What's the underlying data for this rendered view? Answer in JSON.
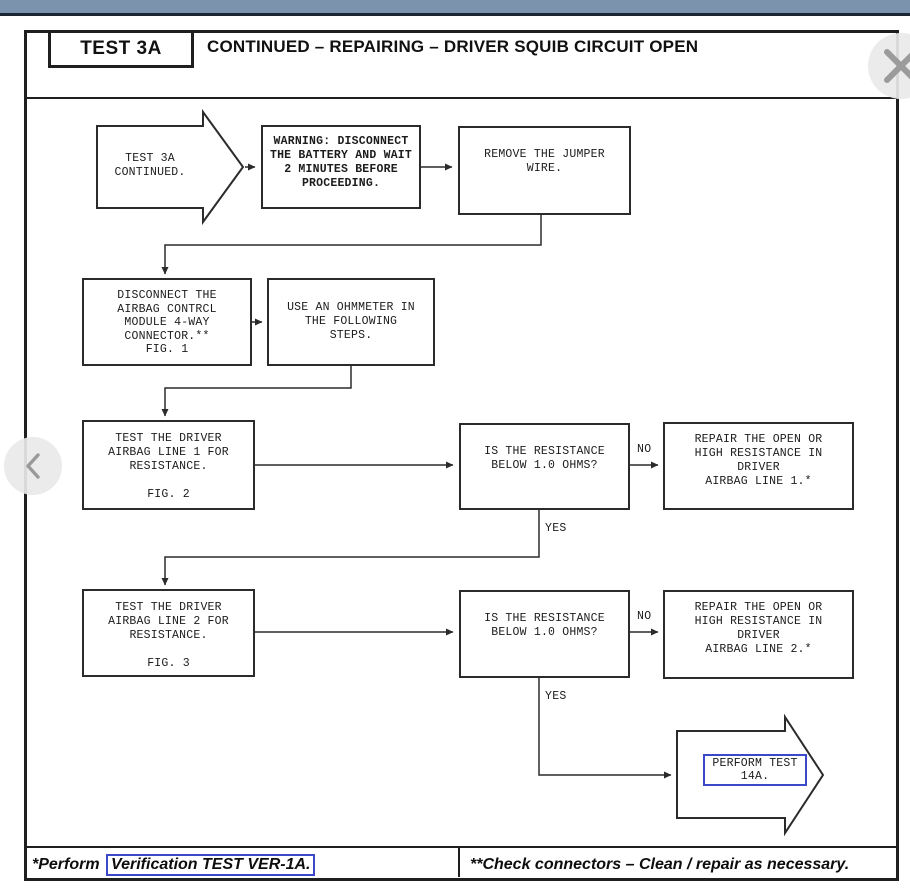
{
  "colors": {
    "topbar": "#7c93ad",
    "link_blue": "#3b49c8"
  },
  "header": {
    "test_label": "TEST 3A",
    "title": "CONTINUED – REPAIRING – DRIVER SQUIB CIRCUIT OPEN"
  },
  "flow": {
    "start": {
      "lines": [
        "TEST 3A",
        "CONTINUED."
      ]
    },
    "warning": {
      "lines": [
        "WARNING: DISCONNECT",
        "THE BATTERY AND WAIT",
        "2 MINUTES BEFORE",
        "PROCEEDING."
      ]
    },
    "remove_jumper": {
      "lines": [
        "REMOVE THE JUMPER",
        "WIRE."
      ]
    },
    "disconnect": {
      "lines": [
        "DISCONNECT THE",
        "AIRBAG CONTRCL",
        "MODULE 4-WAY",
        "CONNECTOR.**",
        "FIG. 1"
      ]
    },
    "ohmmeter": {
      "lines": [
        "USE AN OHMMETER IN",
        "THE FOLLOWING",
        "STEPS."
      ]
    },
    "test_line1": {
      "lines": [
        "TEST THE DRIVER",
        "AIRBAG LINE 1 FOR",
        "RESISTANCE.",
        "",
        "FIG. 2"
      ]
    },
    "decision1": {
      "lines": [
        "IS THE RESISTANCE",
        "BELOW 1.0 OHMS?"
      ]
    },
    "repair1": {
      "lines": [
        "REPAIR THE OPEN OR",
        "HIGH RESISTANCE IN",
        "DRIVER",
        "AIRBAG LINE 1.*"
      ]
    },
    "test_line2": {
      "lines": [
        "TEST THE DRIVER",
        "AIRBAG LINE 2 FOR",
        "RESISTANCE.",
        "",
        "FIG. 3"
      ]
    },
    "decision2": {
      "lines": [
        "IS THE RESISTANCE",
        "BELOW 1.0 OHMS?"
      ]
    },
    "repair2": {
      "lines": [
        "REPAIR THE OPEN OR",
        "HIGH RESISTANCE IN",
        "DRIVER",
        "AIRBAG LINE 2.*"
      ]
    },
    "perform_link": {
      "lines": [
        "PERFORM TEST",
        "14A."
      ]
    },
    "labels": {
      "no1": "NO",
      "yes1": "YES",
      "no2": "NO",
      "yes2": "YES"
    }
  },
  "footer": {
    "left_prefix": "*Perform",
    "left_link": "Verification TEST VER-1A.",
    "right": "**Check connectors – Clean / repair as necessary."
  }
}
